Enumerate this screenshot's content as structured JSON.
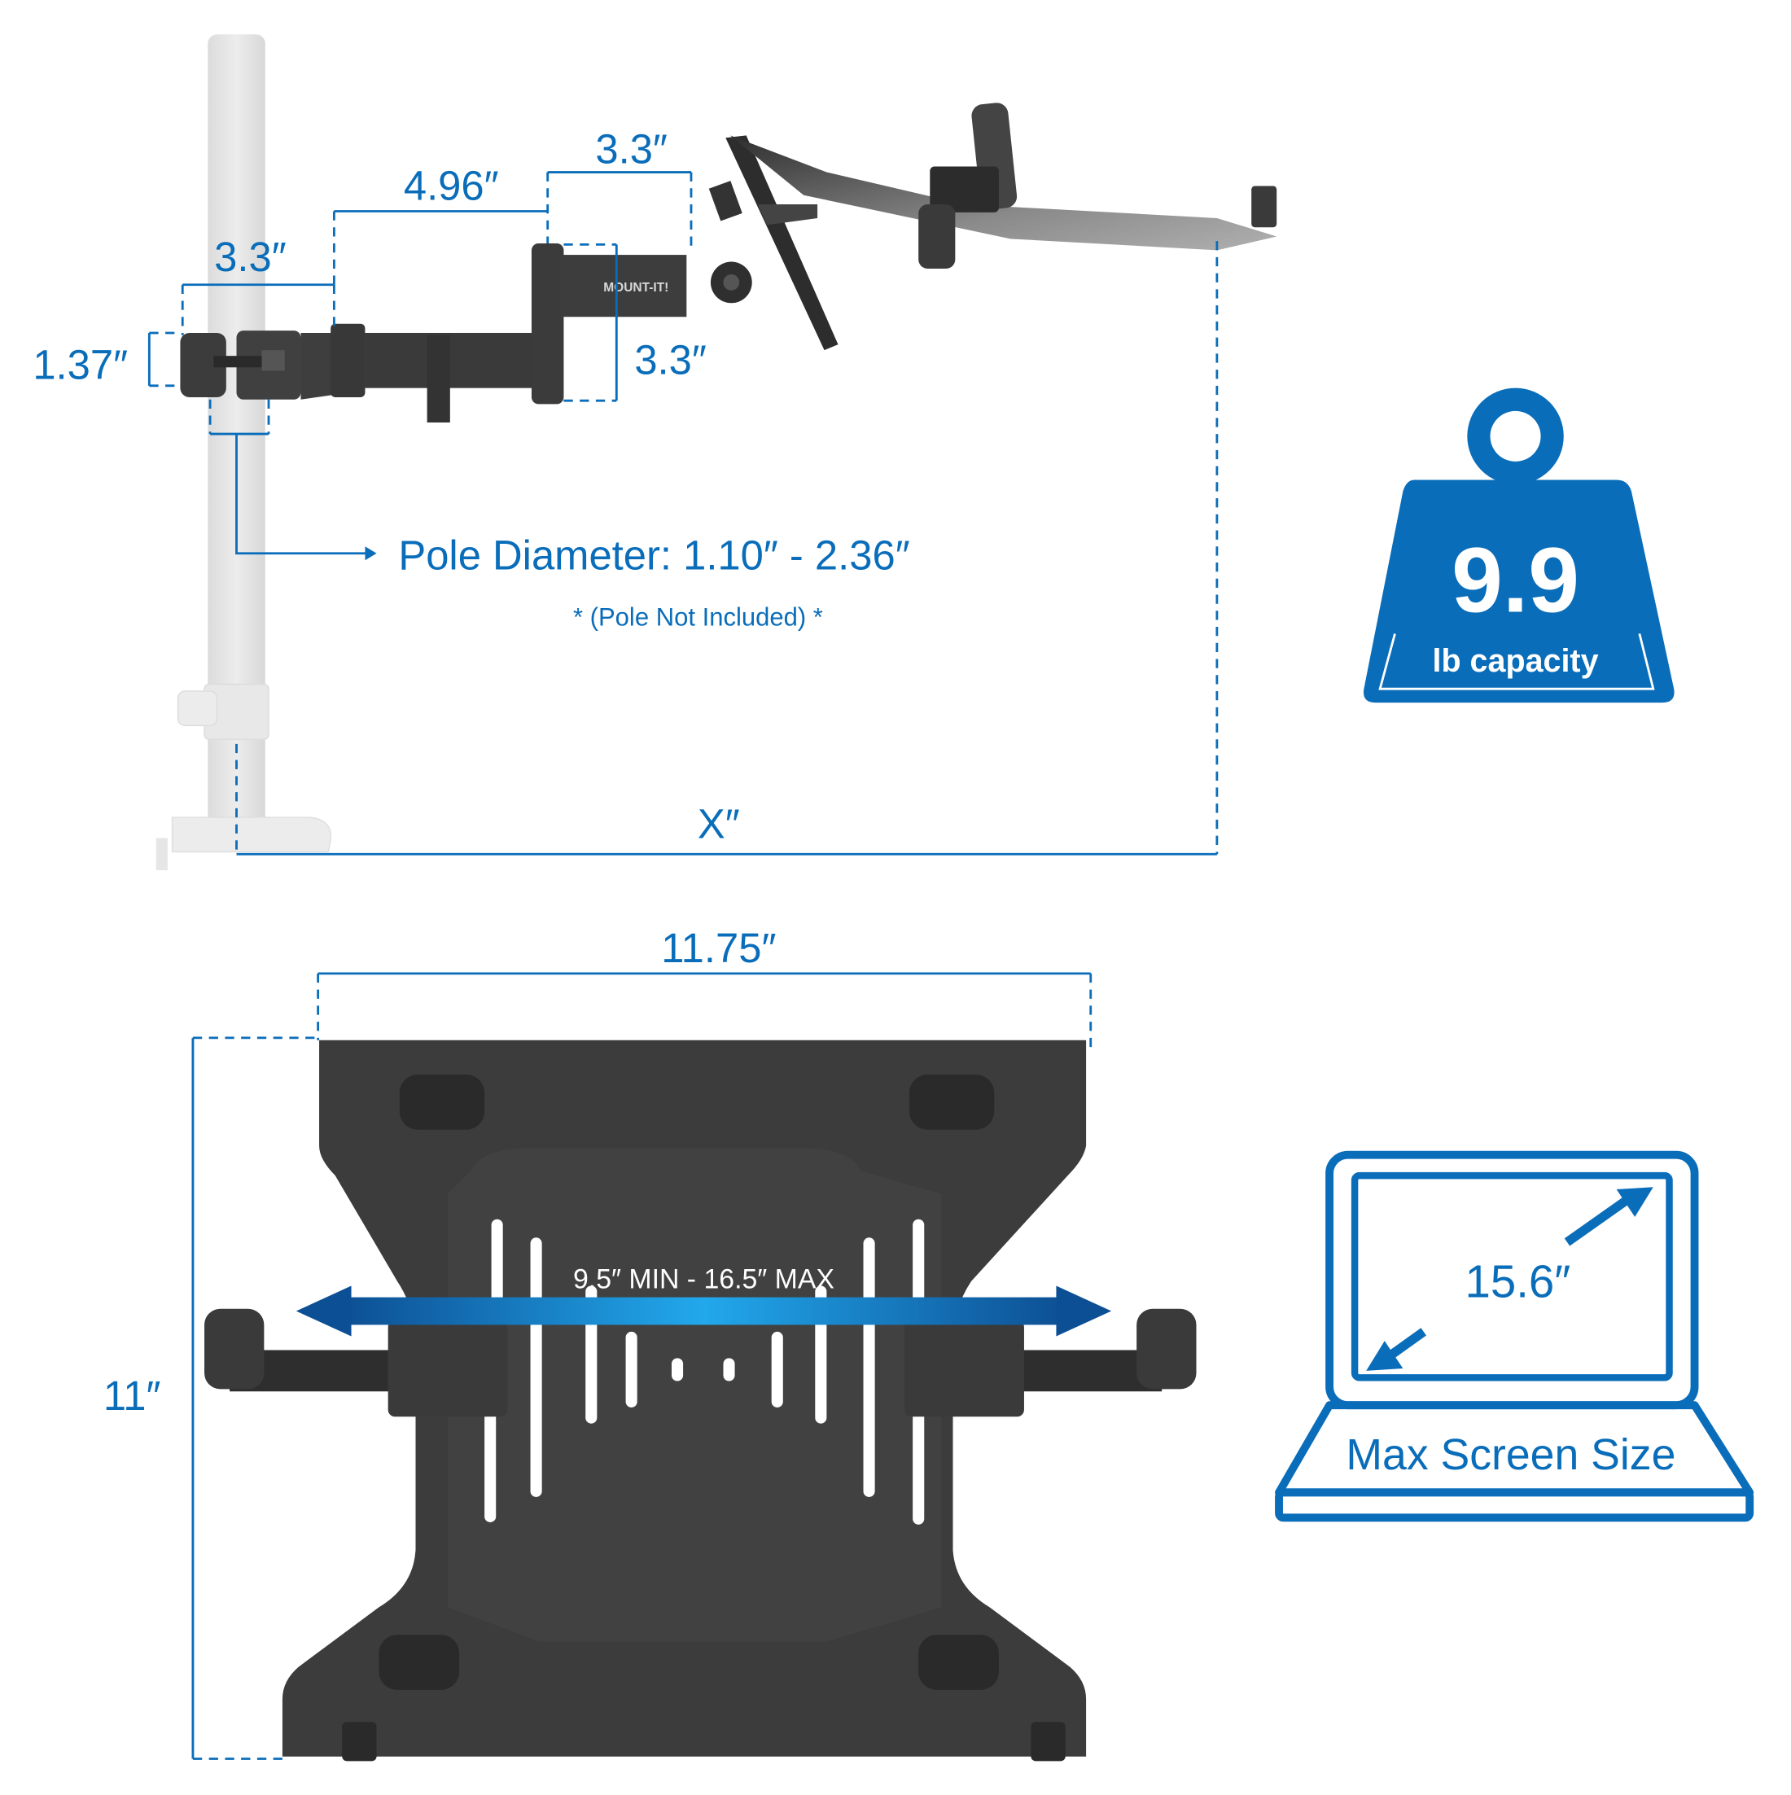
{
  "colors": {
    "accent_blue": "#0a6dba",
    "arrow_light": "#22a8ec",
    "arrow_dark": "#0d4f94",
    "metal_dark": "#3a3a3a",
    "metal_mid": "#4a4a4a",
    "pole_gray": "#e6e6e6",
    "background": "#ffffff"
  },
  "brand": {
    "logo_text": "MOUNT-IT!"
  },
  "side_view": {
    "dimensions": {
      "clamp_width": "3.3″",
      "clamp_height": "1.37″",
      "first_arm_length": "4.96″",
      "second_arm_length": "3.3″",
      "joint_height": "3.3″",
      "total_reach": "X″"
    },
    "pole_diameter_label": "Pole Diameter: 1.10″ - 2.36″",
    "pole_note": "* (Pole Not Included) *"
  },
  "capacity_badge": {
    "icon": "weight-icon",
    "value": "9.9",
    "unit_label": "lb capacity"
  },
  "tray_view": {
    "width_label": "11.75″",
    "height_label": "11″",
    "clamp_range_label": "9.5″ MIN - 16.5″ MAX"
  },
  "screen_size_badge": {
    "icon": "laptop-icon",
    "size_value": "15.6″",
    "caption": "Max Screen Size"
  }
}
